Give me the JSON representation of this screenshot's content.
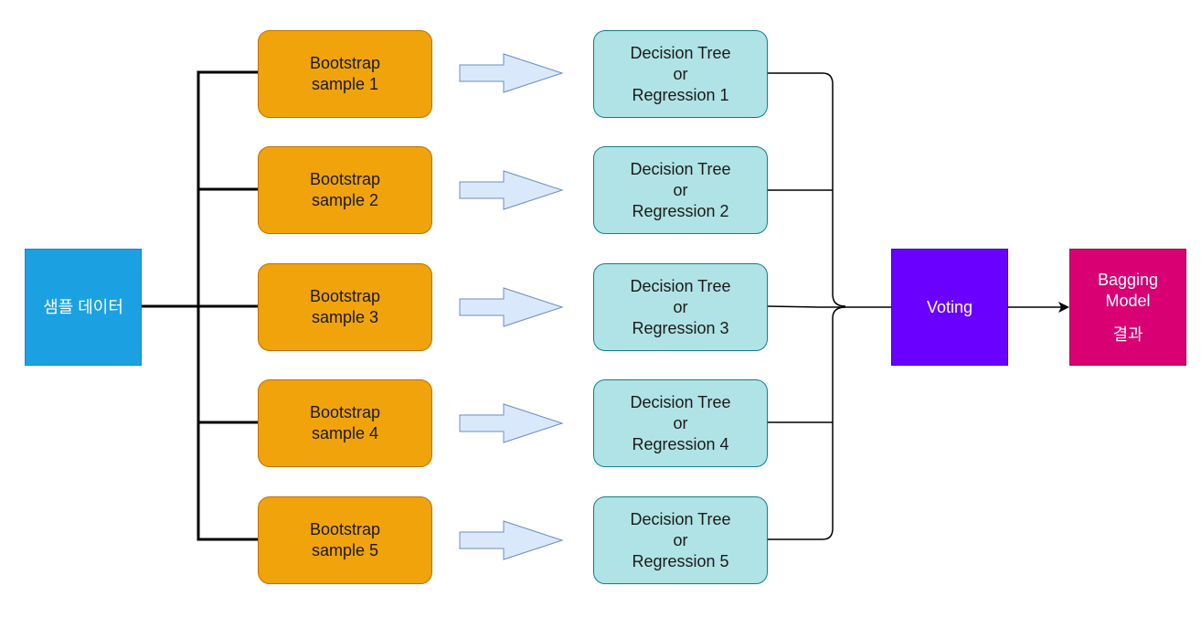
{
  "source": {
    "label": "샘플 데이터"
  },
  "bootstrap_samples": [
    {
      "line1": "Bootstrap",
      "line2": "sample 1"
    },
    {
      "line1": "Bootstrap",
      "line2": "sample 2"
    },
    {
      "line1": "Bootstrap",
      "line2": "sample 3"
    },
    {
      "line1": "Bootstrap",
      "line2": "sample 4"
    },
    {
      "line1": "Bootstrap",
      "line2": "sample 5"
    }
  ],
  "models": [
    {
      "line1": "Decision Tree",
      "line2": "or",
      "line3": "Regression 1"
    },
    {
      "line1": "Decision Tree",
      "line2": "or",
      "line3": "Regression 2"
    },
    {
      "line1": "Decision Tree",
      "line2": "or",
      "line3": "Regression 3"
    },
    {
      "line1": "Decision Tree",
      "line2": "or",
      "line3": "Regression 4"
    },
    {
      "line1": "Decision Tree",
      "line2": "or",
      "line3": "Regression 5"
    }
  ],
  "voting": {
    "label": "Voting"
  },
  "result": {
    "line1": "Bagging",
    "line2": "Model",
    "line3": "결과"
  },
  "colors": {
    "source": "#1ba1e2",
    "bootstrap": "#f0a30a",
    "model": "#b0e3e6",
    "voting": "#6a00ff",
    "result": "#d80073",
    "arrow_fill": "#dae8fc",
    "arrow_stroke": "#6c8ebf"
  }
}
